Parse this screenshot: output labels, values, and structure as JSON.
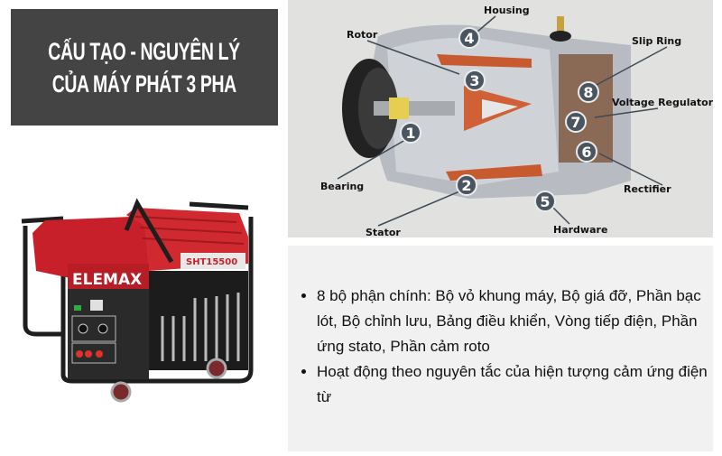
{
  "title": {
    "line1": "CẤU TẠO - NGUYÊN LÝ",
    "line2": "CỦA MÁY PHÁT 3 PHA",
    "background": "#444444",
    "color": "#ffffff"
  },
  "generator_photo": {
    "brand_label": "ELEMAX",
    "model_label": "SHT15500",
    "body_color": "#c8202a",
    "frame_color": "#1e1e1e"
  },
  "diagram": {
    "background": "#e1e2e0",
    "parts": [
      {
        "number": "1",
        "label": "Bearing"
      },
      {
        "number": "2",
        "label": "Stator"
      },
      {
        "number": "3",
        "label": "Rotor"
      },
      {
        "number": "4",
        "label": "Housing"
      },
      {
        "number": "5",
        "label": "Hardware"
      },
      {
        "number": "6",
        "label": "Rectifier"
      },
      {
        "number": "7",
        "label": "Voltage Regulator"
      },
      {
        "number": "8",
        "label": "Slip Ring"
      }
    ]
  },
  "description": {
    "background": "#f0f1f0",
    "bullets": [
      "8 bộ phận chính: Bộ vỏ khung máy, Bộ giá đỡ, Phần bạc lót, Bộ chỉnh lưu, Bảng điều khiển, Vòng tiếp điện, Phần ứng stato, Phần cảm roto",
      "Hoạt động theo nguyên tắc của hiện tượng cảm ứng điện từ"
    ]
  }
}
